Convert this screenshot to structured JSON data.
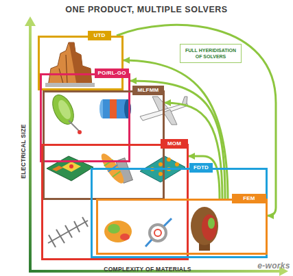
{
  "diagram": {
    "title": "ONE PRODUCT, MULTIPLE SOLVERS",
    "nodes": [
      {
        "text": [
          "UTD"
        ]
      },
      {
        "text": [
          "FULL HYERIDISATION OF SOLVERS"
        ]
      },
      {
        "text": [
          "PO/RL-GO"
        ]
      },
      {
        "text": [
          "MLFMM"
        ]
      },
      {
        "text": [
          "MOM"
        ]
      },
      {
        "text": [
          "FDTD"
        ]
      },
      {
        "text": [
          "FEM"
        ]
      }
    ],
    "edges": [
      {
        "from": 6,
        "to": 0,
        "arrow": "to"
      },
      {
        "from": 6,
        "to": 2,
        "arrow": "to"
      },
      {
        "from": 6,
        "to": 3,
        "arrow": "to"
      },
      {
        "from": 6,
        "to": 4,
        "arrow": "to"
      },
      {
        "from": 0,
        "to": 6,
        "arrow": "to"
      }
    ],
    "labels": [
      "ELECTRICAL SIZE",
      "COMPLEXITY OF MATERIALS",
      "e-works"
    ]
  }
}
